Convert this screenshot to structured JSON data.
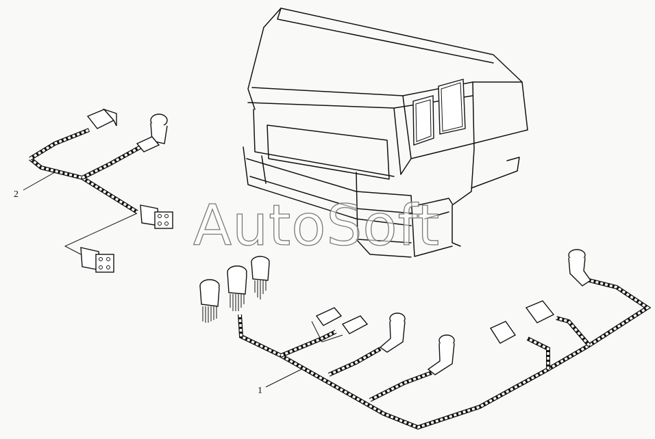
{
  "diagram": {
    "callouts": [
      {
        "id": "1",
        "label": "1"
      },
      {
        "id": "2",
        "label": "2"
      }
    ],
    "watermark": "AutoSoft"
  }
}
